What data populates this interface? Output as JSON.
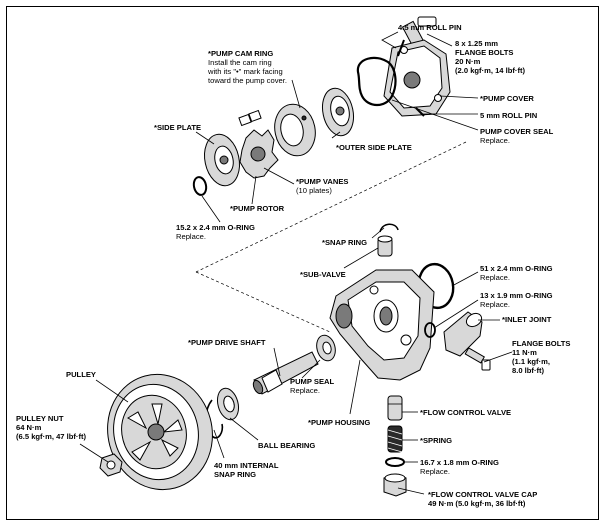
{
  "labels": {
    "roll_pin_45": [
      "4.5 mm ROLL PIN"
    ],
    "flange_bolts_top": [
      "8 x 1.25 mm",
      "FLANGE BOLTS",
      "20 N·m",
      "(2.0 kgf·m, 14 lbf·ft)"
    ],
    "pump_cam_ring": [
      "*PUMP CAM RING",
      "Install the cam ring",
      "with its \"•\" mark facing",
      "toward the pump cover."
    ],
    "pump_cover": [
      "*PUMP COVER"
    ],
    "roll_pin_5": [
      "5 mm ROLL PIN"
    ],
    "pump_cover_seal": [
      "PUMP COVER SEAL",
      "Replace."
    ],
    "side_plate": [
      "*SIDE PLATE"
    ],
    "outer_side_plate": [
      "*OUTER SIDE PLATE"
    ],
    "pump_vanes": [
      "*PUMP VANES",
      "(10 plates)"
    ],
    "pump_rotor": [
      "*PUMP ROTOR"
    ],
    "oring_152": [
      "15.2 x 2.4 mm O-RING",
      "Replace."
    ],
    "snap_ring": [
      "*SNAP RING"
    ],
    "sub_valve": [
      "*SUB-VALVE"
    ],
    "oring_51": [
      "51 x 2.4 mm O-RING",
      "Replace."
    ],
    "oring_13": [
      "13 x 1.9 mm O-RING",
      "Replace."
    ],
    "inlet_joint": [
      "*INLET JOINT"
    ],
    "flange_bolts_right": [
      "FLANGE BOLTS",
      "11 N·m",
      "(1.1 kgf·m,",
      "8.0 lbf·ft)"
    ],
    "pump_drive_shaft": [
      "*PUMP DRIVE SHAFT"
    ],
    "pulley": [
      "PULLEY"
    ],
    "pump_seal": [
      "PUMP SEAL",
      "Replace."
    ],
    "pulley_nut": [
      "PULLEY NUT",
      "64 N·m",
      "(6.5 kgf·m, 47 lbf·ft)"
    ],
    "flow_control_valve": [
      "*FLOW CONTROL VALVE"
    ],
    "pump_housing": [
      "*PUMP HOUSING"
    ],
    "ball_bearing": [
      "BALL BEARING"
    ],
    "spring": [
      "*SPRING"
    ],
    "snap_ring_internal": [
      "40 mm INTERNAL",
      "SNAP RING"
    ],
    "oring_167": [
      "16.7 x 1.8 mm O-RING",
      "Replace."
    ],
    "flow_control_valve_cap": [
      "*FLOW CONTROL VALVE CAP",
      "49 N·m (5.0 kgf·m, 36 lbf·ft)"
    ]
  }
}
